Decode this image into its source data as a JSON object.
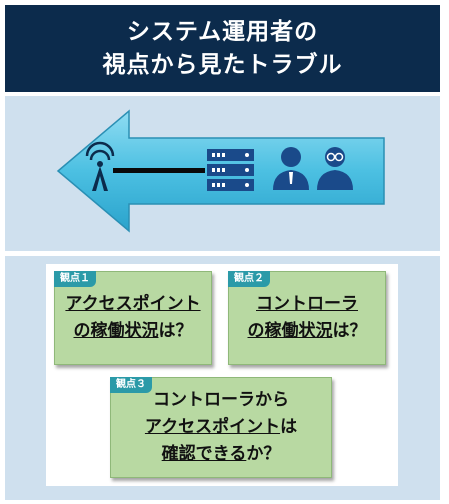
{
  "title": {
    "line1": "システム運用者の",
    "line2": "視点から見たトラブル"
  },
  "colors": {
    "title_bg": "#0c2b4c",
    "panel_bg": "#cfe0ee",
    "arrow": "#5fc8e6",
    "card": "#b8d9a2",
    "tag": "#2b9aa8",
    "icon": "#1a4a8a"
  },
  "icons": [
    "wireless-access-point-icon",
    "server-rack-icon",
    "operator-person-icon",
    "operator-glasses-person-icon"
  ],
  "cards": [
    {
      "tag": "観点１",
      "lines": [
        {
          "u": "アクセスポイント",
          "r": ""
        },
        {
          "u": "の稼働状況",
          "r": "は？"
        }
      ]
    },
    {
      "tag": "観点２",
      "lines": [
        {
          "u": "コントローラ",
          "r": ""
        },
        {
          "u": "の稼働状況",
          "r": "は？"
        }
      ]
    },
    {
      "tag": "観点３",
      "lines": [
        {
          "u": "",
          "r": "コントローラから"
        },
        {
          "u": "アクセスポイント",
          "r": "は"
        },
        {
          "u": "確認できる",
          "r": "か？"
        }
      ]
    }
  ]
}
